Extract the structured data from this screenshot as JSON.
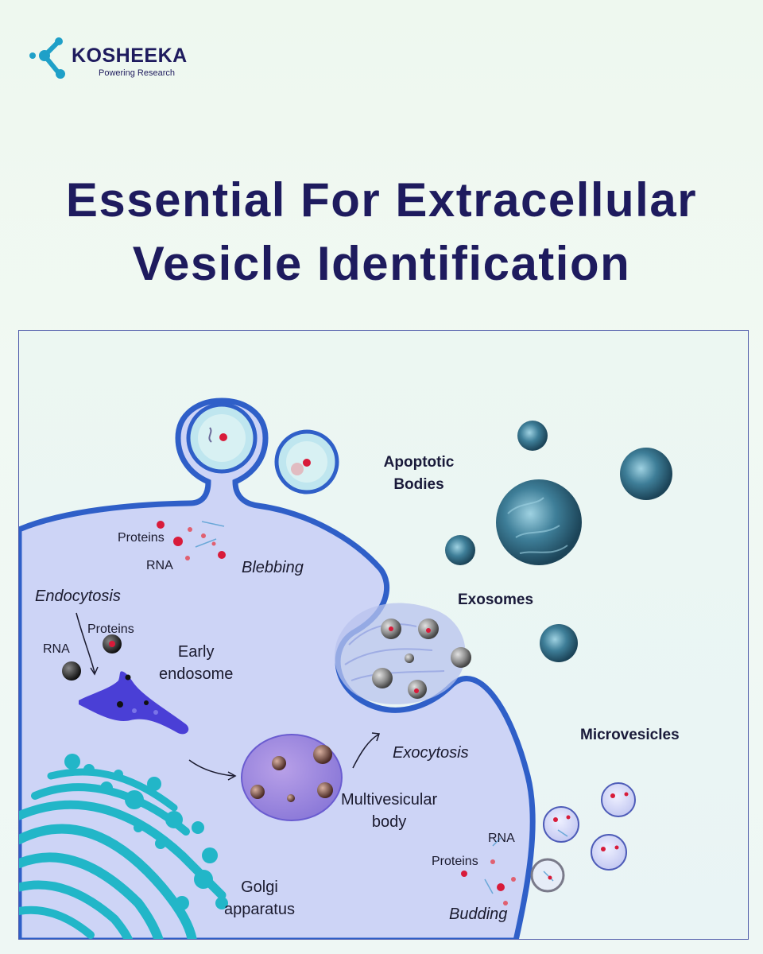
{
  "brand": {
    "name": "KOSHEEKA",
    "tagline": "Powering Research",
    "colors": {
      "teal": "#1fa0c8",
      "navy": "#1e1b5e"
    }
  },
  "title": {
    "line1": "Essential For Extracellular",
    "line2": "Vesicle Identification"
  },
  "diagram": {
    "labels": {
      "apoptotic_bodies": [
        "Apoptotic",
        "Bodies"
      ],
      "exosomes": "Exosomes",
      "microvesicles": "Microvesicles",
      "blebbing": "Blebbing",
      "endocytosis": "Endocytosis",
      "exocytosis": "Exocytosis",
      "budding": "Budding",
      "proteins": "Proteins",
      "rna": "RNA",
      "early_endosome": [
        "Early",
        "endosome"
      ],
      "multivesicular_body": [
        "Multivesicular",
        "body"
      ],
      "golgi_apparatus": [
        "Golgi",
        "apparatus"
      ]
    },
    "colors": {
      "cell_fill": "#cdd4f6",
      "membrane": "#2f5fc8",
      "golgi": "#22b6c8",
      "endosome": "#4a3fd6",
      "exosome_gray": "#8b8b8b",
      "cargo_red": "#d81b3a",
      "apoptotic": "#2a5a72"
    }
  }
}
